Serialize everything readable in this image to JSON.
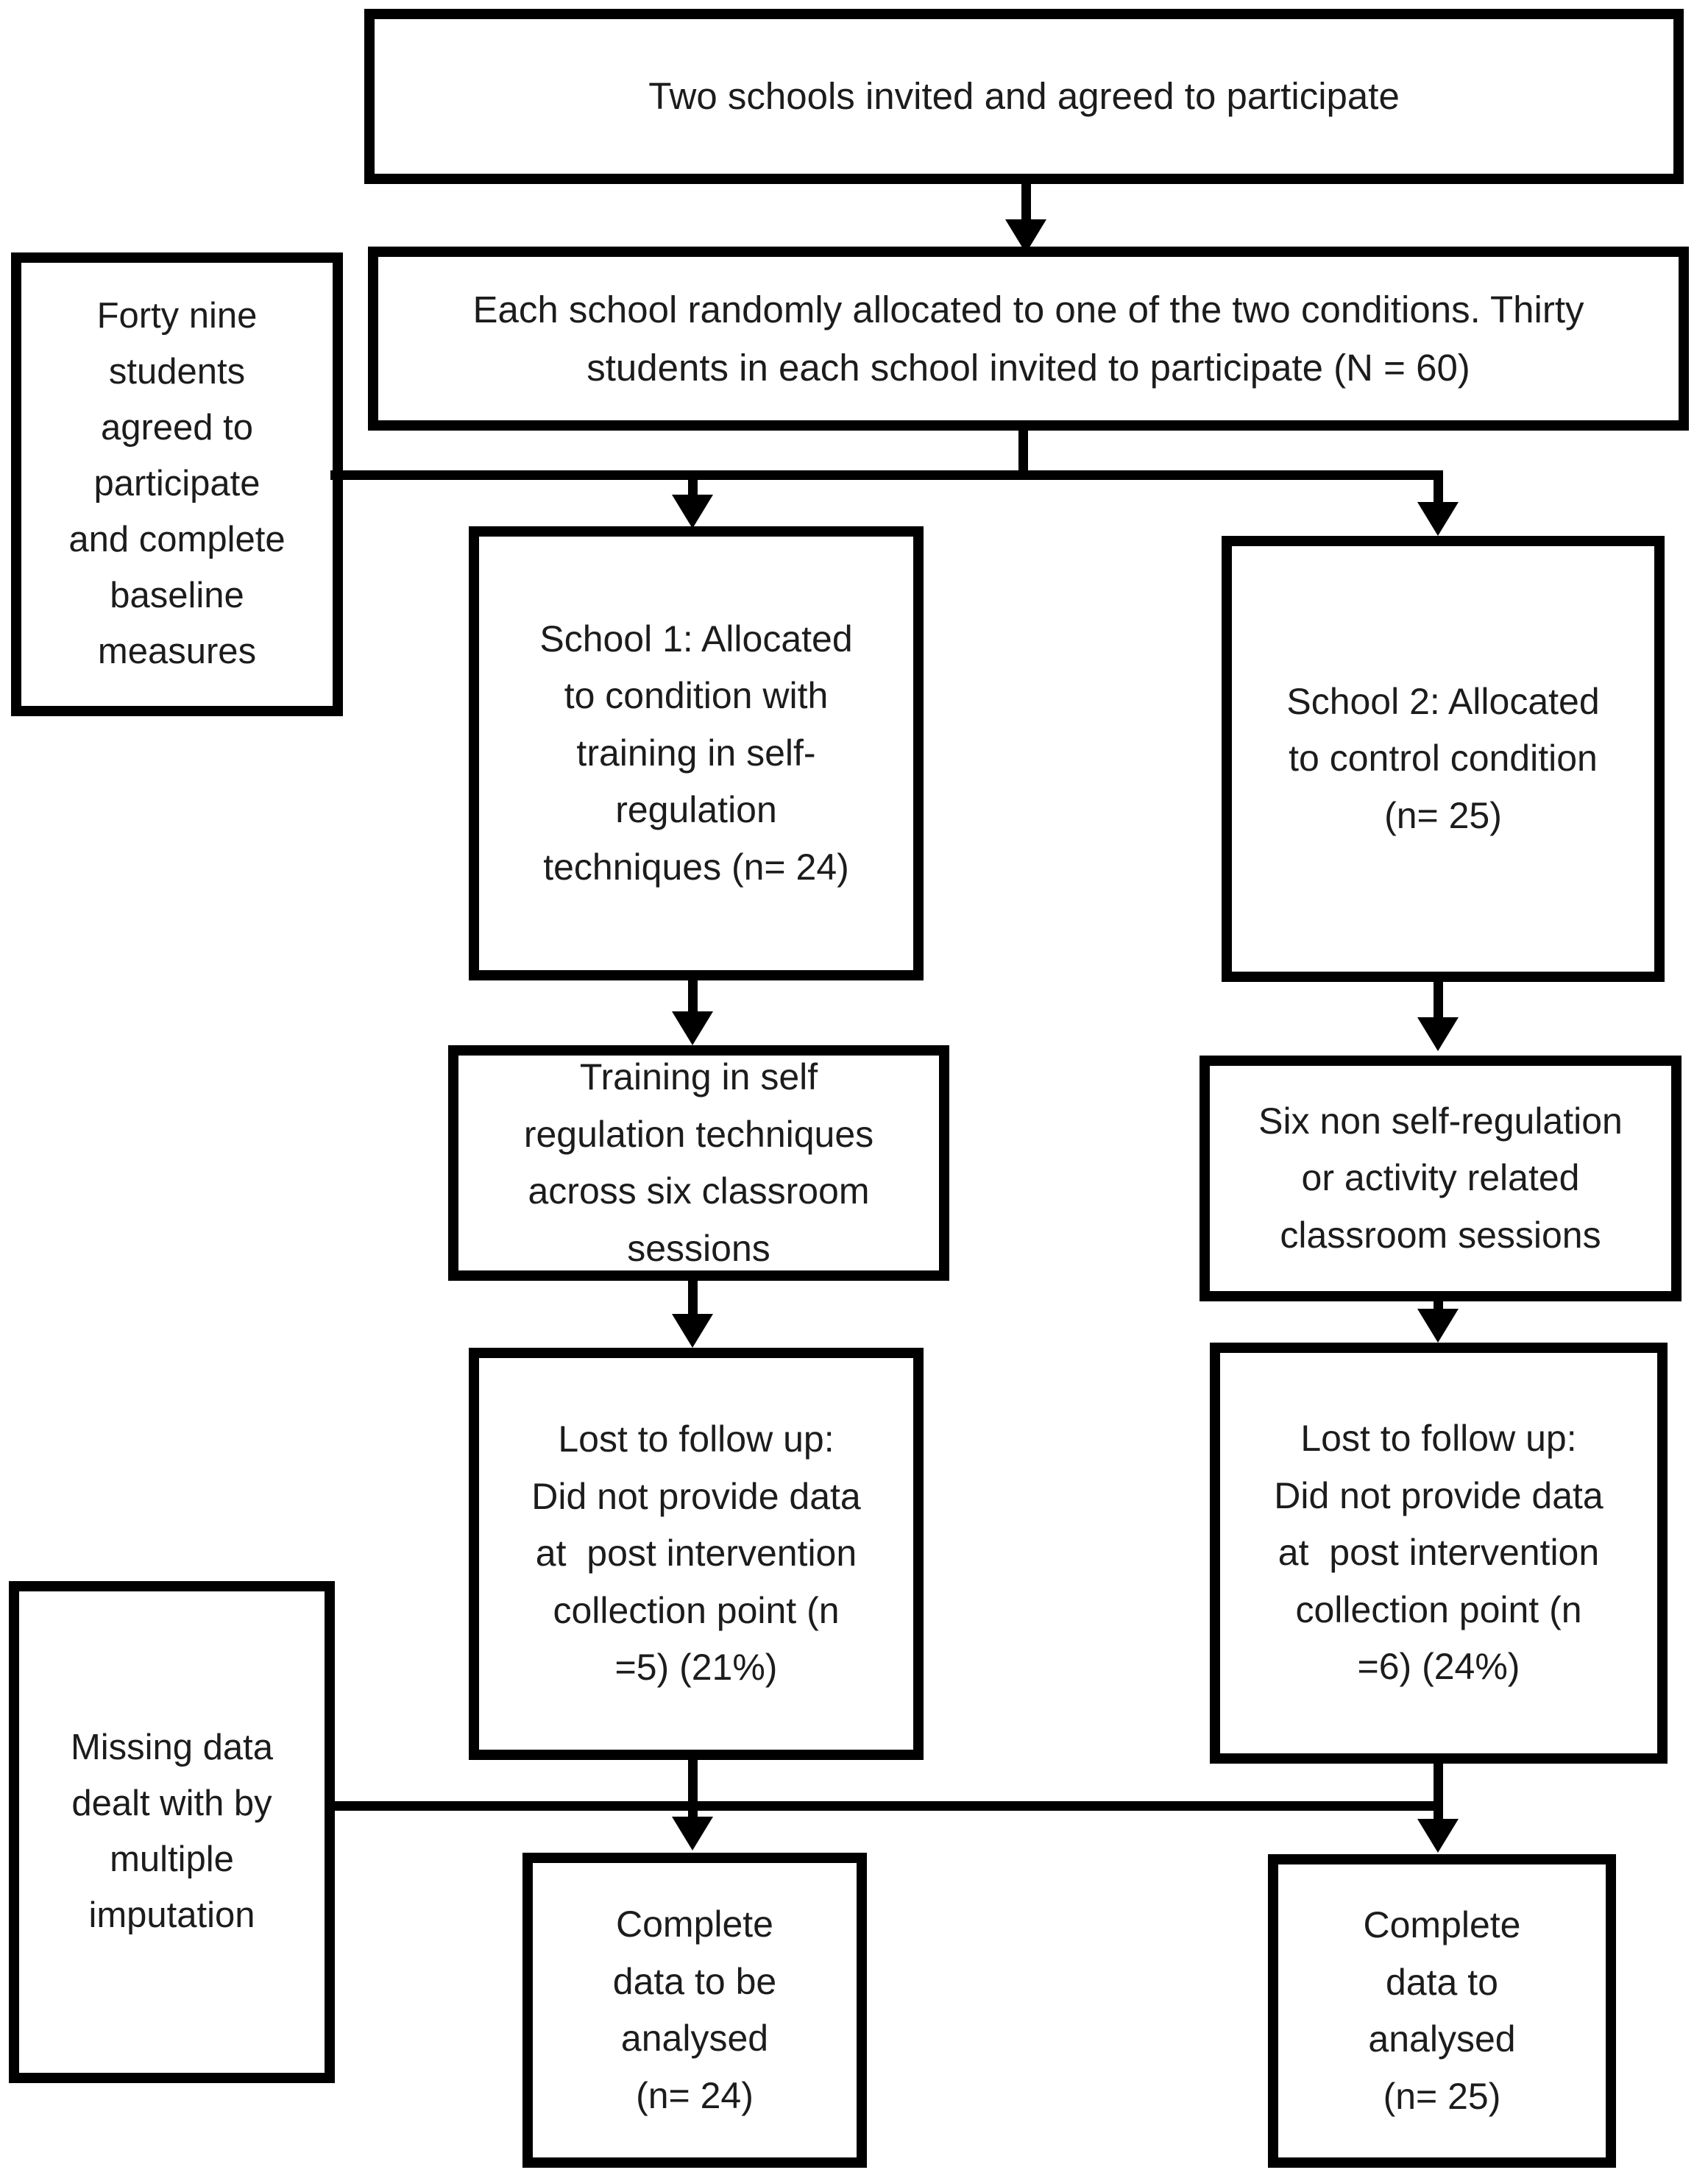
{
  "colors": {
    "border": "#000000",
    "text": "#1c1c1c",
    "background": "#ffffff"
  },
  "boxes": {
    "two_schools": {
      "lines": [
        "Two schools invited and agreed to participate"
      ]
    },
    "randomised": {
      "lines": [
        "Each school randomly allocated to one of the two conditions. Thirty",
        "students in each school invited to participate (N = 60)"
      ]
    },
    "baseline": {
      "lines": [
        "Forty nine",
        "students",
        "agreed to",
        "participate",
        "and complete",
        "baseline",
        "measures"
      ]
    },
    "school1": {
      "lines": [
        "School 1: Allocated",
        "to condition with",
        "training in self-",
        "regulation",
        "techniques (n= 24)"
      ]
    },
    "school2": {
      "lines": [
        "School 2: Allocated",
        "to control condition",
        "(n= 25)"
      ]
    },
    "training": {
      "lines": [
        "Training in self",
        "regulation techniques",
        "across six classroom",
        "sessions"
      ]
    },
    "control_sessions": {
      "lines": [
        "Six non self-regulation",
        "or activity related",
        "classroom sessions"
      ]
    },
    "lost_followup_1": {
      "lines": [
        "Lost to follow up:",
        "Did not provide data",
        "at  post intervention",
        "collection point (n",
        "=5) (21%)"
      ]
    },
    "lost_followup_2": {
      "lines": [
        "Lost to follow up:",
        "Did not provide data",
        "at  post intervention",
        "collection point (n",
        "=6) (24%)"
      ]
    },
    "missing_data": {
      "lines": [
        "Missing data",
        "dealt with by",
        "multiple",
        "imputation"
      ]
    },
    "complete_1": {
      "lines": [
        "Complete",
        "data to be",
        "analysed",
        "(n= 24)"
      ]
    },
    "complete_2": {
      "lines": [
        "Complete",
        "data to",
        "analysed",
        "(n= 25)"
      ]
    }
  }
}
